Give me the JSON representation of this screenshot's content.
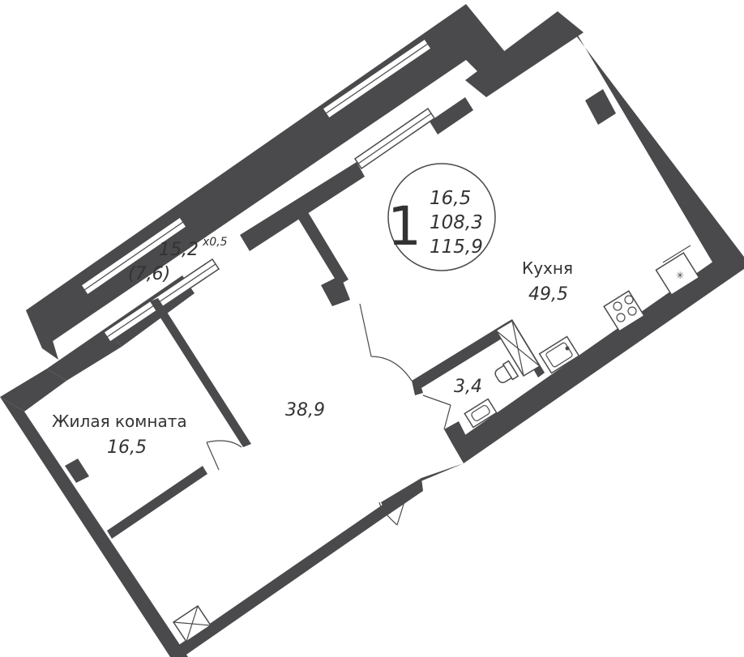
{
  "apartment": {
    "rooms_count": "1",
    "living_area": "16,5",
    "total_area": "108,3",
    "total_with_balcony": "115,9"
  },
  "rooms": {
    "balcony": {
      "area": "15,2",
      "coefficient": "x0,5",
      "reduced_area": "(7,6)"
    },
    "kitchen": {
      "name": "Кухня",
      "area": "49,5"
    },
    "bedroom": {
      "name": "Жилая комната",
      "area": "16,5"
    },
    "hall": {
      "area": "38,9"
    },
    "bathroom": {
      "area": "3,4"
    }
  },
  "colors": {
    "wall": "#4a4a4d",
    "background": "#ffffff",
    "text": "#333333"
  }
}
